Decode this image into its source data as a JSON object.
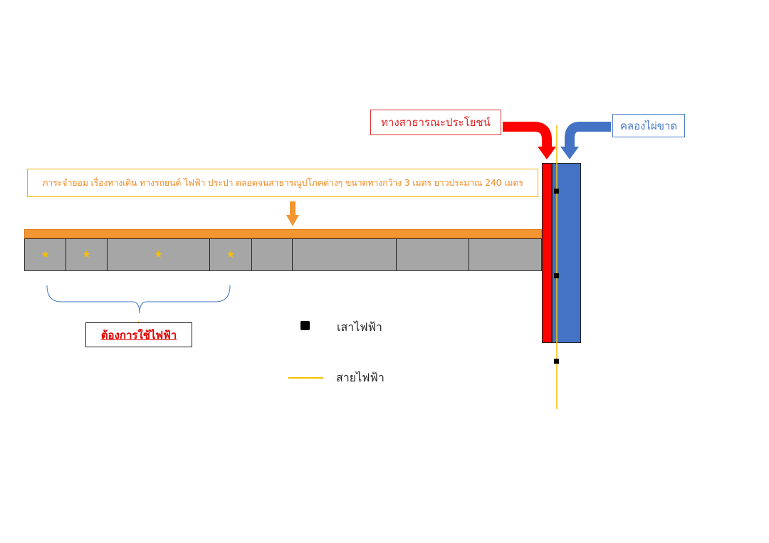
{
  "labels": {
    "public_way": "ทางสาธารณะประโยชน์",
    "canal": "คลองไผ่ขาด",
    "servitude_note": "ภาระจำยอม เรื่องทางเดิน ทางรถยนต์ ไฟฟ้า ประปา ตลอดจนสาธารณูปโภคต่างๆ ขนาดทางกว้าง 3 เมตร ยาวประมาณ 240 เมตร",
    "need_electricity": "ต้องการใช้ไฟฟ้า"
  },
  "legend": {
    "pole": "เสาไฟฟ้า",
    "wire": "สายไฟฟ้า"
  },
  "plots": [
    {
      "star": true
    },
    {
      "star": true
    },
    {
      "star": true
    },
    {
      "star": true
    },
    {
      "star": false
    },
    {
      "star": false
    },
    {
      "star": false
    },
    {
      "star": false
    }
  ],
  "colors": {
    "public_way": "#ff0000",
    "canal": "#4472c4",
    "servitude_road": "#f39632",
    "plot": "#a6a6a6",
    "wire": "#f5c000",
    "star": "#f5c000"
  },
  "icons": {
    "star": "★"
  }
}
